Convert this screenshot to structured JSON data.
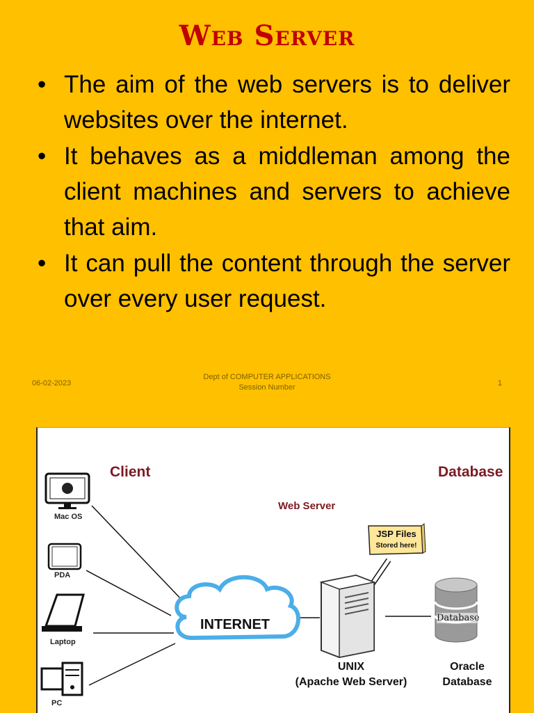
{
  "slide": {
    "title": "Web Server",
    "bullets": [
      "The aim of the web servers is to deliver websites over the internet.",
      "It behaves as a middleman among the client machines and servers to achieve that aim.",
      "It can pull the content through the server over every user request."
    ]
  },
  "footer": {
    "date": "06-02-2023",
    "dept_line1": "Dept of COMPUTER APPLICATIONS",
    "dept_line2": "Session Number",
    "page_number": "1"
  },
  "diagram": {
    "client_heading": "Client",
    "database_heading": "Database",
    "web_server_heading": "Web Server",
    "clients": [
      "Mac OS",
      "PDA",
      "Laptop",
      "PC"
    ],
    "internet_label": "INTERNET",
    "callout_line1": "JSP Files",
    "callout_line2": "Stored here!",
    "server_line1": "UNIX",
    "server_line2": "(Apache Web Server)",
    "db_icon_label": "Database",
    "db_line1": "Oracle",
    "db_line2": "Database",
    "colors": {
      "heading": "#7B1A24",
      "cloud": "#4BAEE8",
      "callout": "#FFE79A"
    }
  }
}
